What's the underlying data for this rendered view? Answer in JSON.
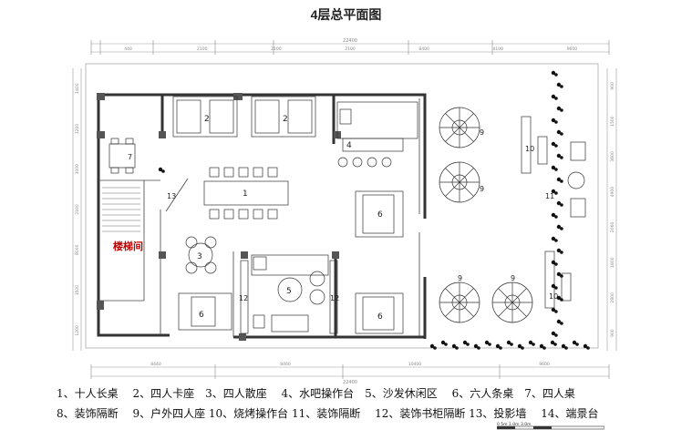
{
  "title": "4层总平面图",
  "stair_label": "楼梯间",
  "legend_row1": "1、十人长桌　 2、四人卡座　3、四人散座　 4、水吧操作台　5、沙发休闲区　 6、六人条桌　7、四人桌",
  "legend_row2": "8、装饰隔断　 9、户外四人座 10、烧烤操作台 11、装饰隔断　 12、装饰书柜隔断 13、投影墙　 14、端景台",
  "scale_text": "0  5m  1.0m      3.0m",
  "dims_top": [
    "440",
    "2100",
    "2100",
    "2100",
    "8400",
    "4100",
    "9600"
  ],
  "dim_total_top": "22400",
  "dims_bottom": [
    "8440",
    "8460",
    "10400",
    "9600"
  ],
  "dim_total_bottom": "22400",
  "dims_left": [
    "1400",
    "1200",
    "3000",
    "2100",
    "8000",
    "1500",
    "1200"
  ],
  "dims_right": [
    "900",
    "1500",
    "3600",
    "4900",
    "2060",
    "1800",
    "2800",
    "900"
  ],
  "labels": {
    "n1": "1",
    "n2a": "2",
    "n2b": "2",
    "n3": "3",
    "n4": "4",
    "n5": "5",
    "n6a": "6",
    "n6b": "6",
    "n6c": "6",
    "n7": "7",
    "n9a": "9",
    "n9b": "9",
    "n9c": "9",
    "n9d": "9",
    "n10a": "10",
    "n10b": "10",
    "n11": "11",
    "n12a": "12",
    "n12b": "12",
    "n13": "13"
  },
  "colors": {
    "line": "#333333",
    "dim": "#888888",
    "stair_label": "#c00000",
    "column": "#555555"
  }
}
